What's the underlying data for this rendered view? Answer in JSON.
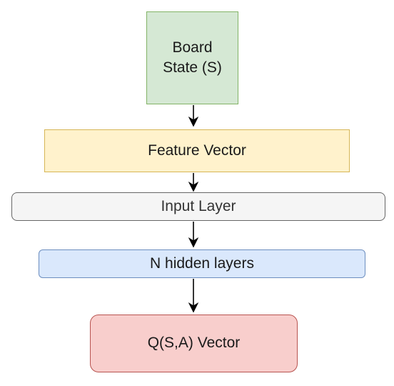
{
  "nodes": [
    {
      "id": "board-state",
      "label": "Board\nState (S)",
      "fill": "#d5e8d4",
      "stroke": "#82b366"
    },
    {
      "id": "feature-vector",
      "label": "Feature Vector",
      "fill": "#fff2cc",
      "stroke": "#d6b656"
    },
    {
      "id": "input-layer",
      "label": "Input Layer",
      "fill": "#f5f5f5",
      "stroke": "#666666"
    },
    {
      "id": "hidden-layers",
      "label": "N hidden layers",
      "fill": "#dae8fc",
      "stroke": "#6c8ebf"
    },
    {
      "id": "q-vector",
      "label": "Q(S,A) Vector",
      "fill": "#f8cecc",
      "stroke": "#b85450"
    }
  ],
  "edges": [
    {
      "from": "board-state",
      "to": "feature-vector"
    },
    {
      "from": "feature-vector",
      "to": "input-layer"
    },
    {
      "from": "input-layer",
      "to": "hidden-layers"
    },
    {
      "from": "hidden-layers",
      "to": "q-vector"
    }
  ],
  "colors": {
    "arrow": "#000000"
  }
}
